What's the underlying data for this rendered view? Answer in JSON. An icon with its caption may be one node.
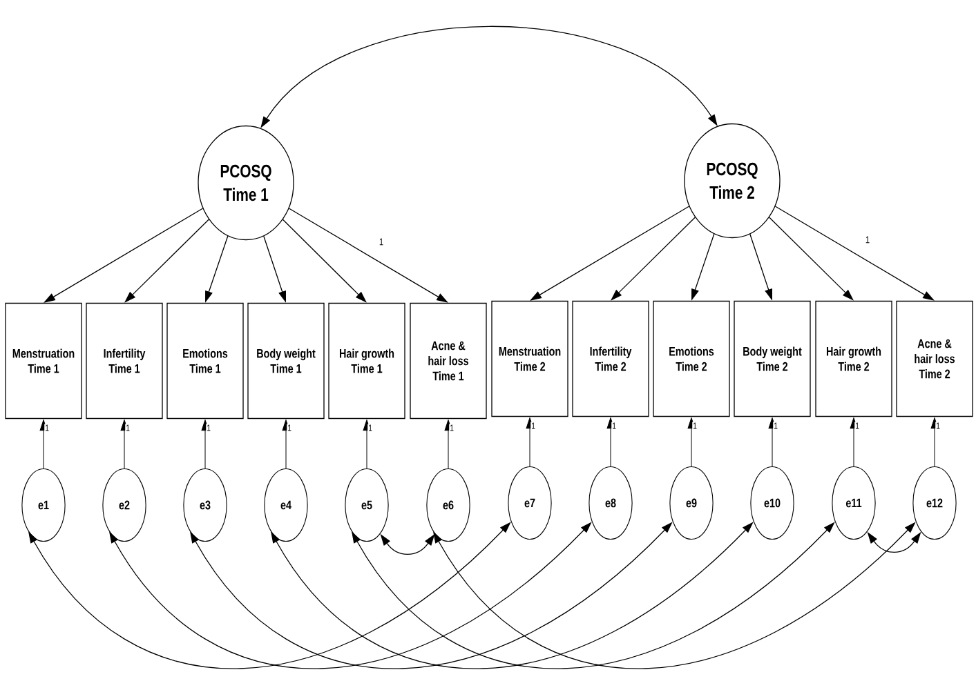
{
  "diagram": {
    "nodes": [
      {
        "text": [
          "PCOSQ Time 1"
        ]
      },
      {
        "text": [
          "PCOSQ Time 2"
        ]
      },
      {
        "text": [
          "Menstruation Time 1"
        ]
      },
      {
        "text": [
          "Infertility Time 1"
        ]
      },
      {
        "text": [
          "Emotions Time 1"
        ]
      },
      {
        "text": [
          "Body weight Time 1"
        ]
      },
      {
        "text": [
          "Hair growth Time 1"
        ]
      },
      {
        "text": [
          "Acne & hair loss Time 1"
        ]
      },
      {
        "text": [
          "Menstruation Time 2"
        ]
      },
      {
        "text": [
          "Infertility Time 2"
        ]
      },
      {
        "text": [
          "Emotions Time 2"
        ]
      },
      {
        "text": [
          "Body weight Time 2"
        ]
      },
      {
        "text": [
          "Hair growth Time 2"
        ]
      },
      {
        "text": [
          "Acne & hair loss Time 2"
        ]
      },
      {
        "text": [
          "e1"
        ]
      },
      {
        "text": [
          "e2"
        ]
      },
      {
        "text": [
          "e3"
        ]
      },
      {
        "text": [
          "e4"
        ]
      },
      {
        "text": [
          "e5"
        ]
      },
      {
        "text": [
          "e6"
        ]
      },
      {
        "text": [
          "e7"
        ]
      },
      {
        "text": [
          "e8"
        ]
      },
      {
        "text": [
          "e9"
        ]
      },
      {
        "text": [
          "e10"
        ]
      },
      {
        "text": [
          "e11"
        ]
      },
      {
        "text": [
          "e12"
        ]
      }
    ],
    "edges": [
      {
        "from": 0,
        "to": 1,
        "arrow": "both"
      },
      {
        "from": 0,
        "to": 2,
        "arrow": "to"
      },
      {
        "from": 0,
        "to": 3,
        "arrow": "to"
      },
      {
        "from": 0,
        "to": 4,
        "arrow": "to"
      },
      {
        "from": 0,
        "to": 5,
        "arrow": "to"
      },
      {
        "from": 0,
        "to": 6,
        "arrow": "to"
      },
      {
        "from": 0,
        "to": 7,
        "arrow": "to",
        "label": "1"
      },
      {
        "from": 1,
        "to": 8,
        "arrow": "to"
      },
      {
        "from": 1,
        "to": 9,
        "arrow": "to"
      },
      {
        "from": 1,
        "to": 10,
        "arrow": "to"
      },
      {
        "from": 1,
        "to": 11,
        "arrow": "to"
      },
      {
        "from": 1,
        "to": 12,
        "arrow": "to"
      },
      {
        "from": 1,
        "to": 13,
        "arrow": "to",
        "label": "1"
      },
      {
        "from": 14,
        "to": 2,
        "arrow": "to",
        "label": "1"
      },
      {
        "from": 15,
        "to": 3,
        "arrow": "to",
        "label": "1"
      },
      {
        "from": 16,
        "to": 4,
        "arrow": "to",
        "label": "1"
      },
      {
        "from": 17,
        "to": 5,
        "arrow": "to",
        "label": "1"
      },
      {
        "from": 18,
        "to": 6,
        "arrow": "to",
        "label": "1"
      },
      {
        "from": 19,
        "to": 7,
        "arrow": "to",
        "label": "1"
      },
      {
        "from": 20,
        "to": 8,
        "arrow": "to",
        "label": "1"
      },
      {
        "from": 21,
        "to": 9,
        "arrow": "to",
        "label": "1"
      },
      {
        "from": 22,
        "to": 10,
        "arrow": "to",
        "label": "1"
      },
      {
        "from": 23,
        "to": 11,
        "arrow": "to",
        "label": "1"
      },
      {
        "from": 24,
        "to": 12,
        "arrow": "to",
        "label": "1"
      },
      {
        "from": 25,
        "to": 13,
        "arrow": "to",
        "label": "1"
      },
      {
        "from": 14,
        "to": 20,
        "arrow": "both"
      },
      {
        "from": 15,
        "to": 21,
        "arrow": "both"
      },
      {
        "from": 16,
        "to": 22,
        "arrow": "both"
      },
      {
        "from": 17,
        "to": 23,
        "arrow": "both"
      },
      {
        "from": 18,
        "to": 24,
        "arrow": "both"
      },
      {
        "from": 19,
        "to": 25,
        "arrow": "both"
      },
      {
        "from": 18,
        "to": 19,
        "arrow": "both"
      },
      {
        "from": 24,
        "to": 25,
        "arrow": "both"
      }
    ]
  }
}
